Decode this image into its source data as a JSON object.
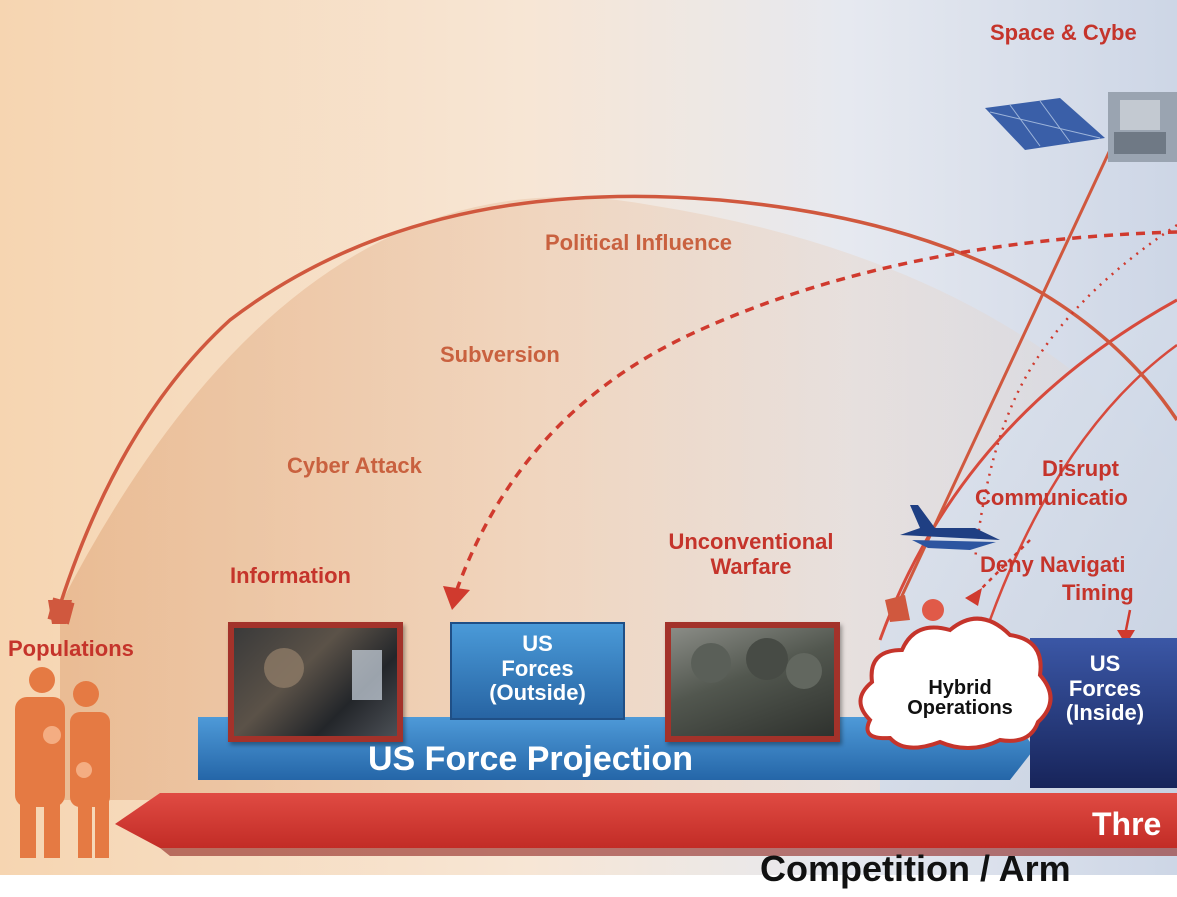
{
  "title": "Space & Cybe",
  "labels": {
    "political_influence": "Political Influence",
    "subversion": "Subversion",
    "cyber_attack": "Cyber Attack",
    "information": "Information",
    "unconventional_warfare_1": "Unconventional",
    "unconventional_warfare_2": "Warfare",
    "populations": "Populations",
    "disrupt_1": "Disrupt",
    "disrupt_2": "Communicatio",
    "deny_1": "Deny Navigati",
    "deny_2": "Timing"
  },
  "nodes": {
    "us_forces_outside": [
      "US",
      "Forces",
      "(Outside)"
    ],
    "hybrid_operations": [
      "Hybrid",
      "Operations"
    ],
    "us_forces_inside": [
      "US",
      "Forces",
      "(Inside)"
    ]
  },
  "bands": {
    "force_projection": "US Force Projection",
    "threat": "Thre",
    "competition": "Competition / Arm"
  },
  "colors": {
    "accent_red": "#c5342b",
    "label_orange": "#c9613f",
    "force_blue": "#2f7bc0",
    "inside_navy": "#1e2f6e"
  }
}
